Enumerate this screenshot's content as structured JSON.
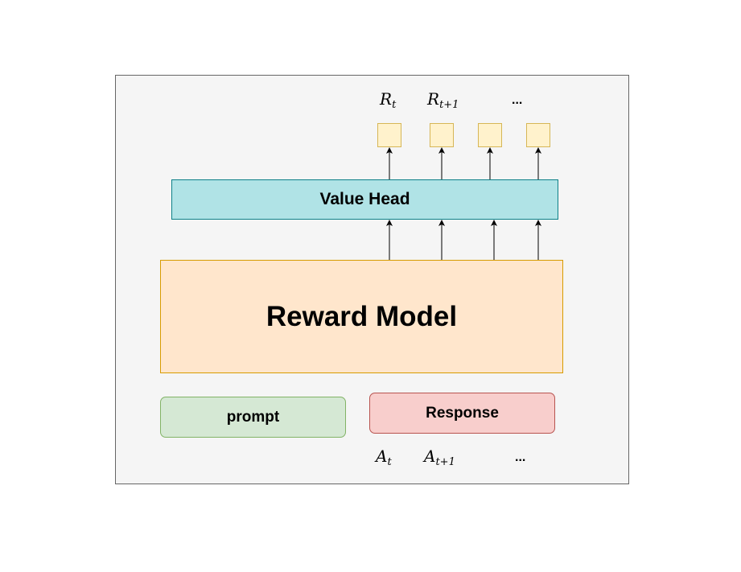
{
  "value_head": {
    "label": "Value Head"
  },
  "reward_model": {
    "label": "Reward Model"
  },
  "inputs": {
    "prompt_label": "prompt",
    "response_label": "Response"
  },
  "rewards": [
    {
      "symbol": "R",
      "subscript": "t"
    },
    {
      "symbol": "R",
      "subscript": "t+1"
    },
    {
      "ellipsis": "..."
    }
  ],
  "actions": [
    {
      "symbol": "A",
      "subscript": "t"
    },
    {
      "symbol": "A",
      "subscript": "t+1"
    },
    {
      "ellipsis": "..."
    }
  ],
  "colors": {
    "frame_fill": "#f5f5f5",
    "value_head_fill": "#b0e3e6",
    "reward_model_fill": "#ffe6cc",
    "prompt_fill": "#d5e8d4",
    "response_fill": "#f8cecc",
    "reward_cell_fill": "#fff2cc"
  }
}
